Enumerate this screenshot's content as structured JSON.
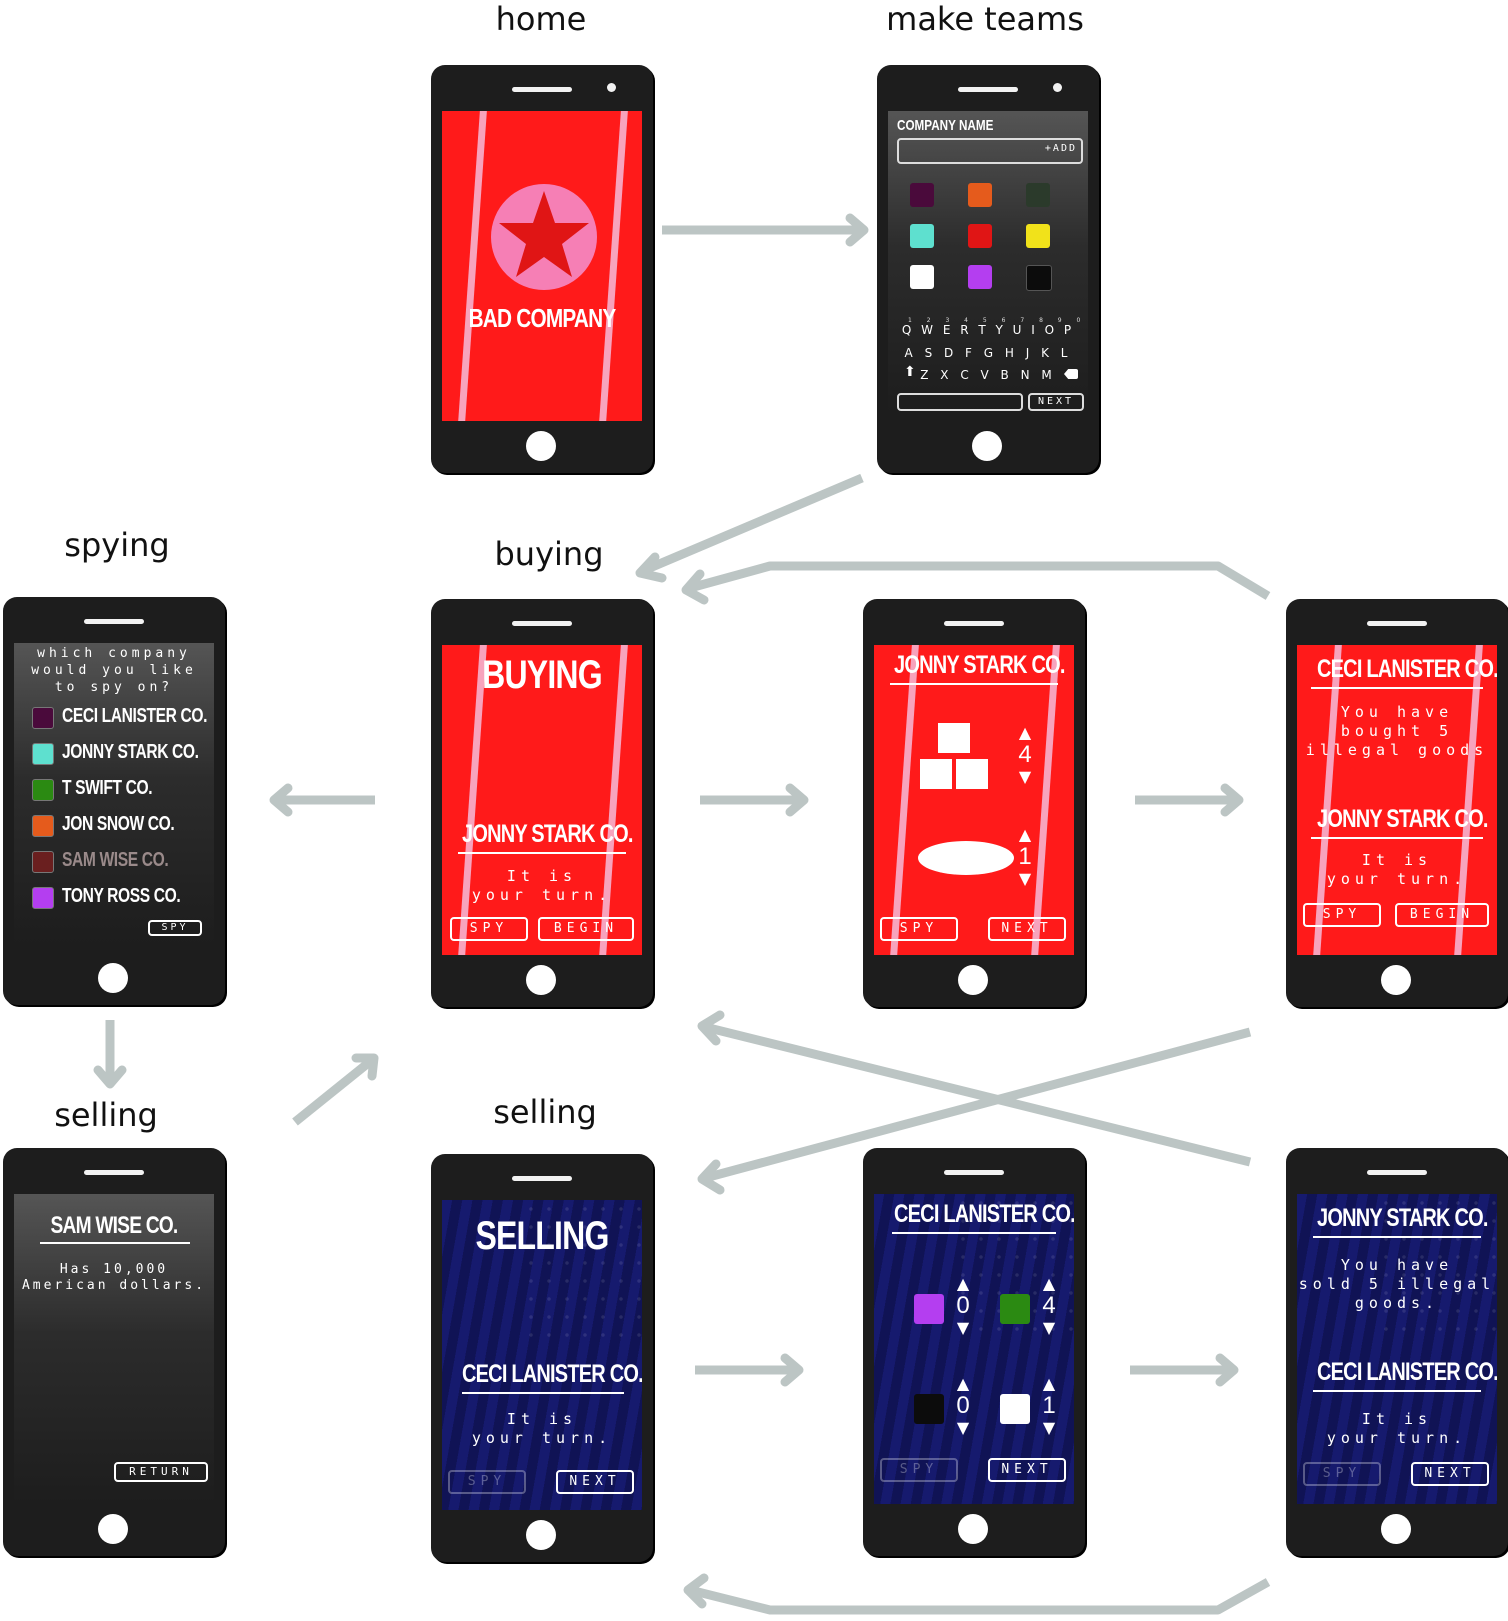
{
  "captions": {
    "home": "home",
    "make_teams": "make teams",
    "spying": "spying",
    "buying": "buying",
    "selling_left": "selling",
    "selling_mid": "selling"
  },
  "colors": {
    "red_band": "#ff1a1a",
    "red_dark": "#b70d0d",
    "navy": "#161a6e",
    "arrow": "#bcc5c4",
    "team_purple": "#b43ef0",
    "team_teal": "#5ee0cf",
    "team_green": "#2b8a12",
    "team_orange": "#e55b1c",
    "team_darkred": "#6a1f1f",
    "team_plum": "#4a0a3b"
  },
  "home": {
    "title": "BAD COMPANY",
    "logo_icon": "red-star-icon"
  },
  "make_teams": {
    "label": "COMPANY NAME",
    "add": "+ADD",
    "next": "NEXT",
    "key_rows": [
      "Q W E R T Y U I O P",
      "A S D F G H J K L",
      "Z X C V B N M"
    ],
    "digit_row": "1 2 3 4 5 6 7 8 9 0",
    "swatches": [
      "#4a0a3b",
      "#e55b1c",
      "#2b3a2b",
      "#5ee0cf",
      "#e01515",
      "#f1e21a",
      "#ffffff",
      "#b43ef0",
      "#0c0c0c"
    ]
  },
  "spying": {
    "prompt": "which company\nwould you like\nto spy on?",
    "teams": [
      {
        "name": "CECI LANISTER CO.",
        "color": "#4a0a3b"
      },
      {
        "name": "JONNY STARK CO.",
        "color": "#5ee0cf"
      },
      {
        "name": "T SWIFT CO.",
        "color": "#2b8a12"
      },
      {
        "name": "JON SNOW CO.",
        "color": "#e55b1c"
      },
      {
        "name": "SAM WISE CO.",
        "color": "#6a1f1f"
      },
      {
        "name": "TONY ROSS CO.",
        "color": "#b43ef0"
      }
    ],
    "spy": "SPY"
  },
  "spy_result": {
    "title": "SAM WISE CO.",
    "message": "Has 10,000\nAmerican dollars.",
    "return": "RETURN"
  },
  "buying": {
    "title": "BUYING",
    "team": "JONNY STARK CO.",
    "message": "It is\nyour turn.",
    "spy": "SPY",
    "begin": "BEGIN"
  },
  "buy_goods": {
    "team": "JONNY STARK CO.",
    "box_count": "4",
    "disc_count": "1",
    "spy": "SPY",
    "next": "NEXT"
  },
  "buy_result": {
    "team": "CECI LANISTER CO.",
    "message": "You have\nbought 5\nillegal goods",
    "next_team": "JONNY STARK CO.",
    "turn": "It is\nyour turn.",
    "spy": "SPY",
    "begin": "BEGIN"
  },
  "selling": {
    "title": "SELLING",
    "team": "CECI LANISTER CO.",
    "message": "It is\nyour turn.",
    "spy": "SPY",
    "next": "NEXT"
  },
  "sell_goods": {
    "team": "CECI LANISTER CO.",
    "counts": [
      "0",
      "4",
      "0",
      "1"
    ],
    "swatch_colors": [
      "#b43ef0",
      "#2b8a12",
      "#0c0c0c",
      "#ffffff"
    ],
    "spy": "SPY",
    "next": "NEXT"
  },
  "sell_result": {
    "team": "JONNY STARK CO.",
    "message": "You have\nsold 5 illegal\ngoods.",
    "next_team": "CECI LANISTER CO.",
    "turn": "It is\nyour turn.",
    "spy": "SPY",
    "next": "NEXT"
  }
}
